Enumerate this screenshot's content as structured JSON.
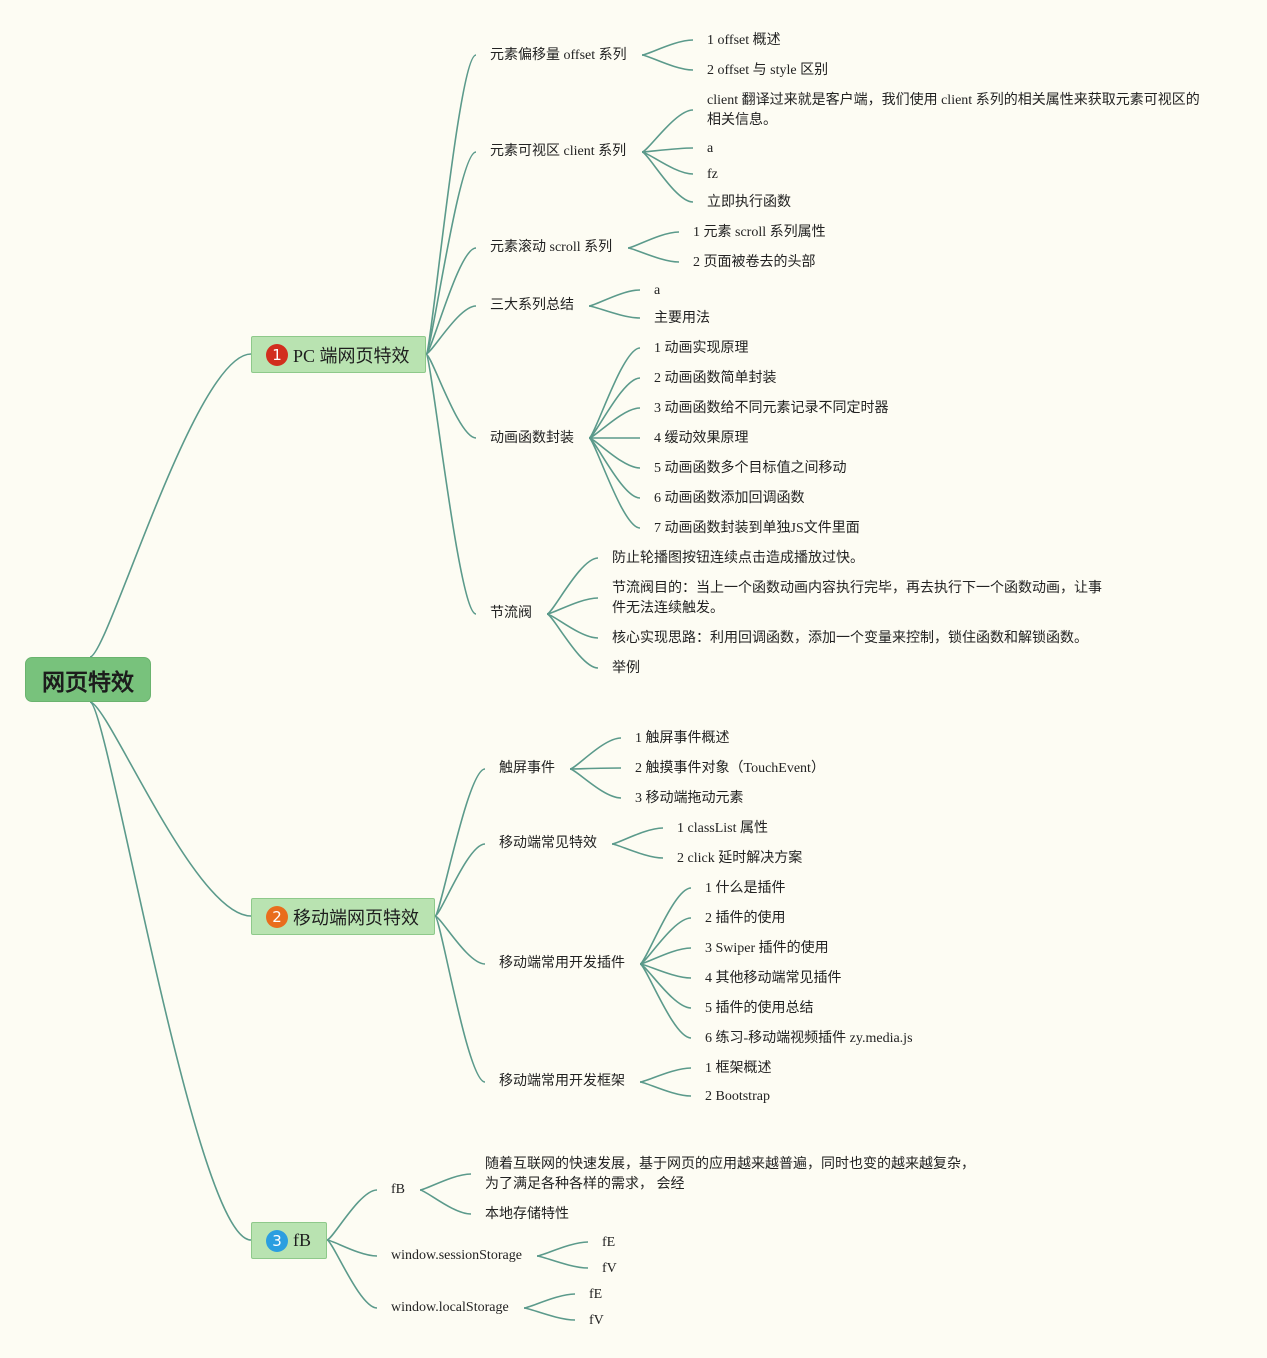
{
  "root": {
    "label": "网页特效"
  },
  "colors": {
    "link": "#5b9a8b",
    "background": "#fdfcf3",
    "root_fill": "#78c27c",
    "branch_fill": "#b9e3b1",
    "marker_1": "#d22e1e",
    "marker_2": "#e96d1c",
    "marker_3": "#2b9ee0"
  },
  "branches": [
    {
      "marker": "1",
      "label": "PC 端网页特效",
      "children": [
        {
          "label": "元素偏移量 offset 系列",
          "children": [
            "1 offset 概述",
            "2 offset 与 style 区别"
          ]
        },
        {
          "label": "元素可视区 client 系列",
          "children": [
            "client 翻译过来就是客户端，我们使用 client 系列的相关属性来获取元素可视区的相关信息。",
            "a",
            "fz",
            "立即执行函数"
          ]
        },
        {
          "label": "元素滚动 scroll 系列",
          "children": [
            "1 元素 scroll 系列属性",
            "2 页面被卷去的头部"
          ]
        },
        {
          "label": "三大系列总结",
          "children": [
            "a",
            "主要用法"
          ]
        },
        {
          "label": "动画函数封装",
          "children": [
            "1 动画实现原理",
            "2 动画函数简单封装",
            "3 动画函数给不同元素记录不同定时器",
            "4 缓动效果原理",
            "5 动画函数多个目标值之间移动",
            "6 动画函数添加回调函数",
            "7 动画函数封装到单独JS文件里面"
          ]
        },
        {
          "label": "节流阀",
          "children": [
            "防止轮播图按钮连续点击造成播放过快。",
            "节流阀目的：当上一个函数动画内容执行完毕，再去执行下一个函数动画，让事件无法连续触发。",
            "核心实现思路：利用回调函数，添加一个变量来控制，锁住函数和解锁函数。",
            "举例"
          ]
        }
      ]
    },
    {
      "marker": "2",
      "label": "移动端网页特效",
      "children": [
        {
          "label": "触屏事件",
          "children": [
            "1 触屏事件概述",
            "2 触摸事件对象（TouchEvent）",
            "3 移动端拖动元素"
          ]
        },
        {
          "label": "移动端常见特效",
          "children": [
            "1 classList 属性",
            "2 click 延时解决方案"
          ]
        },
        {
          "label": "移动端常用开发插件",
          "children": [
            "1 什么是插件",
            "2 插件的使用",
            "3 Swiper 插件的使用",
            "4 其他移动端常见插件",
            "5 插件的使用总结",
            "6 练习-移动端视频插件 zy.media.js"
          ]
        },
        {
          "label": "移动端常用开发框架",
          "children": [
            "1 框架概述",
            "2 Bootstrap"
          ]
        }
      ]
    },
    {
      "marker": "3",
      "label": "fB",
      "children": [
        {
          "label": "fB",
          "children": [
            "随着互联网的快速发展，基于网页的应用越来越普遍，同时也变的越来越复杂，为了满足各种各样的需求， 会经",
            "本地存储特性"
          ]
        },
        {
          "label": "window.sessionStorage",
          "children": [
            "fE",
            "fV"
          ]
        },
        {
          "label": "window.localStorage",
          "children": [
            "fE",
            "fV"
          ]
        }
      ]
    }
  ]
}
